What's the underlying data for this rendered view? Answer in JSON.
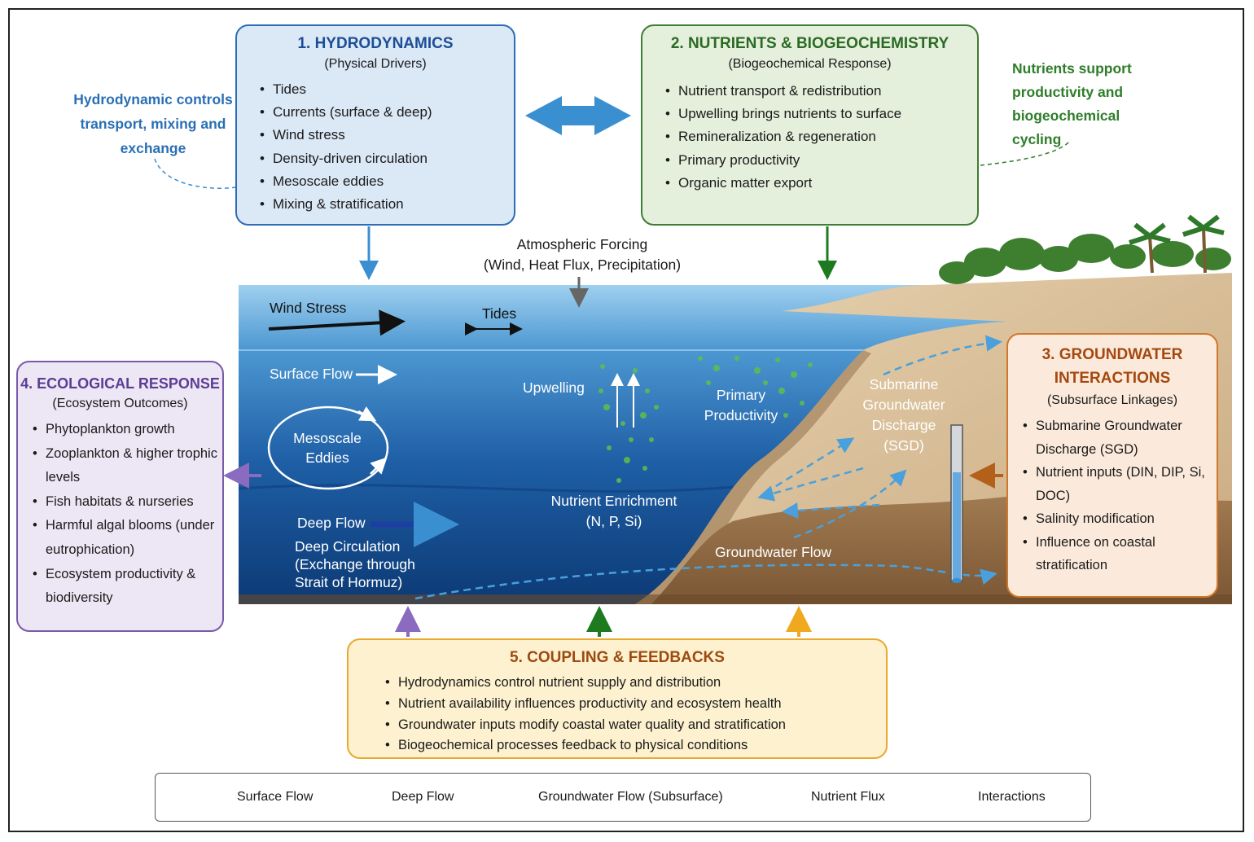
{
  "hydrodynamics": {
    "title": "1. HYDRODYNAMICS",
    "subtitle": "(Physical Drivers)",
    "items": [
      "Tides",
      "Currents (surface & deep)",
      "Wind stress",
      "Density-driven circulation",
      "Mesoscale eddies",
      "Mixing & stratification"
    ],
    "note": "Hydrodynamic controls transport, mixing and exchange"
  },
  "nutrients": {
    "title": "2. NUTRIENTS & BIOGEOCHEMISTRY",
    "subtitle": "(Biogeochemical Response)",
    "items": [
      "Nutrient transport & redistribution",
      "Upwelling brings nutrients to surface",
      "Remineralization & regeneration",
      "Primary productivity",
      "Organic matter export"
    ],
    "note": "Nutrients support productivity and biogeochemical cycling"
  },
  "groundwater": {
    "title": "3. GROUNDWATER INTERACTIONS",
    "subtitle": "(Subsurface Linkages)",
    "items": [
      "Submarine Groundwater Discharge (SGD)",
      "Nutrient inputs (DIN, DIP, Si, DOC)",
      "Salinity modification",
      "Influence on coastal stratification"
    ]
  },
  "ecological": {
    "title": "4. ECOLOGICAL RESPONSE",
    "subtitle": "(Ecosystem Outcomes)",
    "items": [
      "Phytoplankton growth",
      "Zooplankton & higher trophic levels",
      "Fish habitats & nurseries",
      "Harmful algal blooms (under eutrophication)",
      "Ecosystem productivity & biodiversity"
    ]
  },
  "coupling": {
    "title": "5. COUPLING & FEEDBACKS",
    "items": [
      "Hydrodynamics control nutrient supply and distribution",
      "Nutrient availability influences productivity and ecosystem health",
      "Groundwater inputs modify coastal water quality and stratification",
      "Biogeochemical processes feedback to physical conditions"
    ]
  },
  "scene": {
    "atmospheric": "Atmospheric Forcing",
    "atmospheric_sub": "(Wind, Heat Flux, Precipitation)",
    "wind_stress": "Wind Stress",
    "tides": "Tides",
    "surface_flow": "Surface Flow",
    "eddies_1": "Mesoscale",
    "eddies_2": "Eddies",
    "deep_flow": "Deep Flow",
    "deep_circ_1": "Deep Circulation",
    "deep_circ_2": "(Exchange through",
    "deep_circ_3": "Strait of Hormuz)",
    "upwelling": "Upwelling",
    "primary_1": "Primary",
    "primary_2": "Productivity",
    "enrichment_1": "Nutrient Enrichment",
    "enrichment_2": "(N, P, Si)",
    "sgd_1": "Submarine",
    "sgd_2": "Groundwater",
    "sgd_3": "Discharge",
    "sgd_4": "(SGD)",
    "gw_flow": "Groundwater Flow"
  },
  "legend": {
    "surface": "Surface Flow",
    "deep": "Deep Flow",
    "groundwater": "Groundwater Flow (Subsurface)",
    "nutrient": "Nutrient Flux",
    "interactions": "Interactions"
  },
  "colors": {
    "hydro": "#2e6db4",
    "nutrients": "#3f7d34",
    "groundwater": "#d0772b",
    "ecological": "#7a5aa8",
    "coupling": "#e8a92d",
    "ocean_surface": "#4a90c8",
    "ocean_deep": "#0d3c78",
    "sediment": "#b08a5e"
  }
}
